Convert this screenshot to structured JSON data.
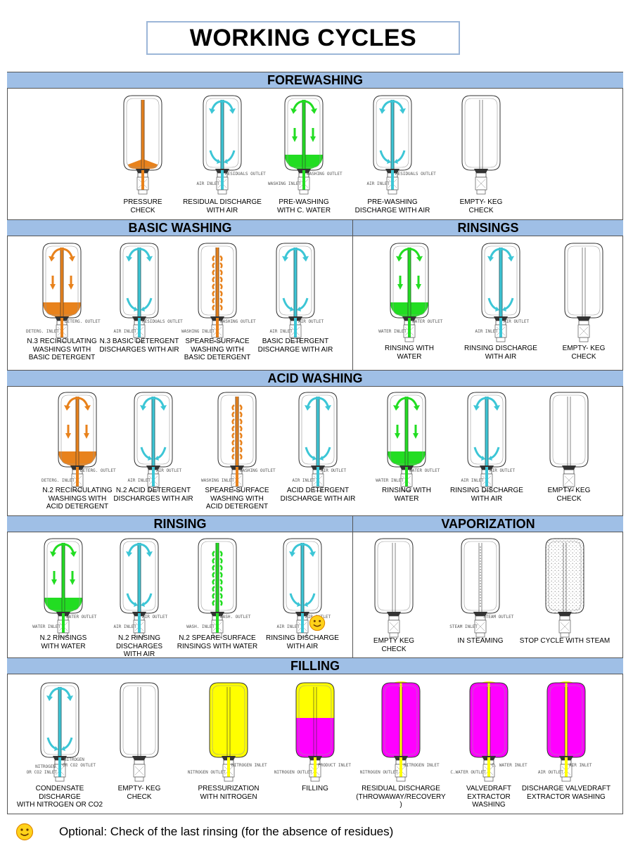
{
  "title": "WORKING CYCLES",
  "colors": {
    "header_bg": "#9fbfe6",
    "water": "#3cc6d6",
    "c_water": "#22dd22",
    "detergent": "#e8821c",
    "product": "#ffff00",
    "beer": "#ff00ff"
  },
  "sections": {
    "forewashing": {
      "header": "FOREWASHING",
      "steps": [
        {
          "caption": [
            "PRESSURE",
            "CHECK"
          ],
          "color": "detergent",
          "labels": []
        },
        {
          "caption": [
            "RESIDUAL DISCHARGE",
            "WITH AIR"
          ],
          "color": "water",
          "labels": [
            "RESIDUALS OUTLET",
            "AIR INLET"
          ]
        },
        {
          "caption": [
            "PRE-WASHING",
            "WITH C. WATER"
          ],
          "color": "c_water",
          "labels": [
            "WASHING OUTLET",
            "WASHING INLET"
          ]
        },
        {
          "caption": [
            "PRE-WASHING",
            "DISCHARGE WITH AIR"
          ],
          "color": "water",
          "labels": [
            "RESIDUALS OUTLET",
            "AIR INLET"
          ]
        },
        {
          "caption": [
            "EMPTY- KEG",
            "CHECK"
          ],
          "color": "none",
          "labels": []
        }
      ]
    },
    "basic_washing": {
      "header": "BASIC WASHING",
      "steps": [
        {
          "caption": [
            "N.3 RECIRCULATING",
            "WASHINGS WITH",
            "BASIC DETERGENT"
          ],
          "color": "detergent",
          "labels": [
            "DETERG. OUTLET",
            "DETERG. INLET"
          ]
        },
        {
          "caption": [
            "N.3 BASIC DETERGENT",
            "DISCHARGES WITH AIR"
          ],
          "color": "water",
          "labels": [
            "RESIDUALS OUTLET",
            "AIR INLET"
          ]
        },
        {
          "caption": [
            "SPEARE-SURFACE",
            "WASHING WITH",
            "BASIC DETERGENT"
          ],
          "color": "detergent",
          "labels": [
            "WASHING OUTLET",
            "WASHING INLET"
          ]
        },
        {
          "caption": [
            "BASIC DETERGENT",
            "DISCHARGE WITH AIR"
          ],
          "color": "water",
          "labels": [
            "AIR OUTLET",
            "AIR INLET"
          ]
        }
      ]
    },
    "rinsings": {
      "header": "RINSINGS",
      "steps": [
        {
          "caption": [
            "RINSING WITH",
            "WATER"
          ],
          "color": "c_water",
          "labels": [
            "WATER OUTLET",
            "WATER INLET"
          ]
        },
        {
          "caption": [
            "RINSING DISCHARGE",
            "WITH AIR"
          ],
          "color": "water",
          "labels": [
            "AIR OUTLET",
            "AIR INLET"
          ]
        },
        {
          "caption": [
            "EMPTY- KEG",
            "CHECK"
          ],
          "color": "none",
          "labels": []
        }
      ]
    },
    "acid_washing": {
      "header": "ACID WASHING",
      "steps": [
        {
          "caption": [
            "N.2 RECIRCULATING",
            "WASHINGS WITH",
            "ACID DETERGENT"
          ],
          "color": "detergent",
          "labels": [
            "DETERG. OUTLET",
            "DETERG. INLET"
          ]
        },
        {
          "caption": [
            "N.2 ACID DETERGENT",
            "DISCHARGES WITH AIR"
          ],
          "color": "water",
          "labels": [
            "AIR OUTLET",
            "AIR INLET"
          ]
        },
        {
          "caption": [
            "SPEARE-SURFACE",
            "WASHING WITH",
            "ACID DETERGENT"
          ],
          "color": "detergent",
          "labels": [
            "WASHING OUTLET",
            "WASHING INLET"
          ]
        },
        {
          "caption": [
            "ACID DETERGENT",
            "DISCHARGE WITH AIR"
          ],
          "color": "water",
          "labels": [
            "AIR OUTLET",
            "AIR INLET"
          ]
        },
        {
          "caption": [
            "RINSING WITH",
            "WATER"
          ],
          "color": "c_water",
          "labels": [
            "WATER OUTLET",
            "WATER INLET"
          ]
        },
        {
          "caption": [
            "RINSING DISCHARGE",
            "WITH AIR"
          ],
          "color": "water",
          "labels": [
            "AIR OUTLET",
            "AIR INLET"
          ]
        },
        {
          "caption": [
            "EMPTY- KEG",
            "CHECK"
          ],
          "color": "none",
          "labels": []
        }
      ]
    },
    "rinsing": {
      "header": "RINSING",
      "steps": [
        {
          "caption": [
            "N.2 RINSINGS",
            "WITH WATER"
          ],
          "color": "c_water",
          "labels": [
            "WATER OUTLET",
            "WATER INLET"
          ]
        },
        {
          "caption": [
            "N.2 RINSING",
            "DISCHARGES",
            "WITH AIR"
          ],
          "color": "water",
          "labels": [
            "AIR OUTLET",
            "AIR INLET"
          ]
        },
        {
          "caption": [
            "N.2 SPEARE-SURFACE",
            "RINSINGS WITH WATER"
          ],
          "color": "c_water",
          "labels": [
            "WASH. OUTLET",
            "WASH. INLET"
          ]
        },
        {
          "caption": [
            "RINSING DISCHARGE",
            "WITH AIR"
          ],
          "color": "water",
          "labels": [
            "AIR OUTLET",
            "AIR INLET"
          ]
        }
      ]
    },
    "vaporization": {
      "header": "VAPORIZATION",
      "steps": [
        {
          "caption": [
            "EMPTY KEG",
            "CHECK"
          ],
          "color": "none",
          "labels": []
        },
        {
          "caption": [
            "IN STEAMING"
          ],
          "color": "none",
          "labels": [
            "STEAM OUTLET",
            "STEAM INLET"
          ]
        },
        {
          "caption": [
            "STOP CYCLE WITH STEAM"
          ],
          "color": "none",
          "labels": []
        }
      ]
    },
    "filling": {
      "header": "FILLING",
      "steps": [
        {
          "caption": [
            "CONDENSATE DISCHARGE",
            "WITH NITROGEN  OR CO2"
          ],
          "color": "water",
          "labels": [
            "NITROGEN",
            "OR CO2 OUTLET",
            "NITROGEN",
            "OR CO2 INLET"
          ]
        },
        {
          "caption": [
            "EMPTY- KEG",
            "CHECK"
          ],
          "color": "none",
          "labels": []
        },
        {
          "caption": [
            "PRESSURIZATION",
            "WITH NITROGEN"
          ],
          "color": "product",
          "labels": [
            "NITROGEN INLET",
            "NITROGEN OUTLET"
          ]
        },
        {
          "caption": [
            "FILLING"
          ],
          "color": "product",
          "labels": [
            "PRODUCT INLET",
            "NITROGEN OUTLET"
          ]
        },
        {
          "caption": [
            "RESIDUAL DISCHARGE",
            "(THROWAWAY/RECOVERY )"
          ],
          "color": "beer",
          "labels": [
            "NITROGEN INLET",
            "NITROGEN OUTLET"
          ]
        },
        {
          "caption": [
            "VALVEDRAFT",
            "EXTRACTOR",
            "WASHING"
          ],
          "color": "beer",
          "labels": [
            "C. WATER INLET",
            "C.WATER OUTLET"
          ]
        },
        {
          "caption": [
            "DISCHARGE  VALVEDRAFT",
            "EXTRACTOR WASHING"
          ],
          "color": "beer",
          "labels": [
            "AIR INLET",
            "AIR OUTLET"
          ]
        }
      ]
    }
  },
  "footer": {
    "icon": "smiley-icon",
    "text": "Optional: Check of the last rinsing (for the absence of residues)"
  }
}
